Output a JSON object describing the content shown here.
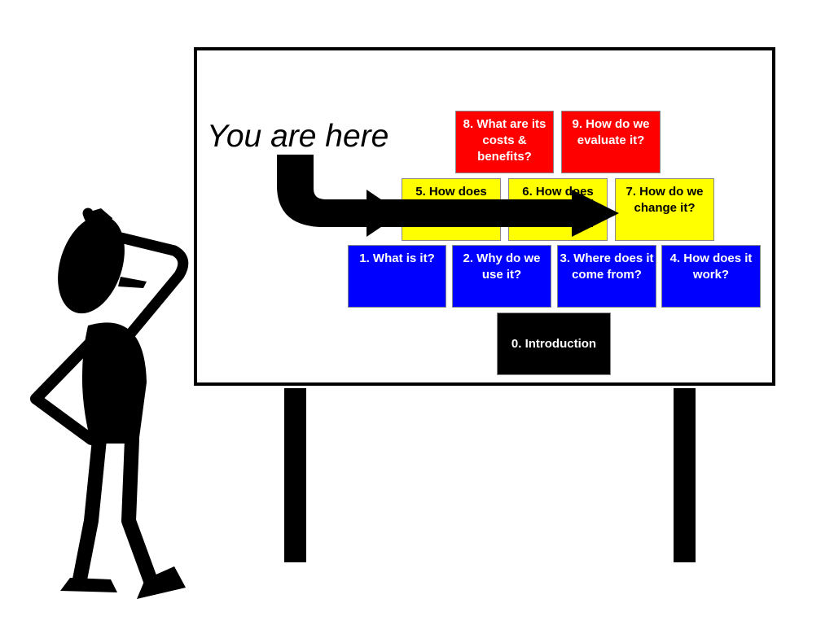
{
  "annotation": {
    "label": "You are here"
  },
  "boxes": {
    "b8": "8. What are its costs & benefits?",
    "b9": "9. How do we evaluate it?",
    "b5": "5. How does",
    "b6": "6. How does",
    "b7": "7. How do we change it?",
    "b1": "1. What is it?",
    "b2": "2. Why do we use it?",
    "b3": "3. Where does it come from?",
    "b4": "4. How does it work?",
    "b0": "0. Introduction"
  },
  "colors": {
    "top_row": "#ff0000",
    "middle_row": "#ffff00",
    "bottom_row": "#0000ff",
    "base": "#000000"
  },
  "icons": [
    "thinking-stick-figure-icon",
    "you-are-here-arrow-icon"
  ]
}
